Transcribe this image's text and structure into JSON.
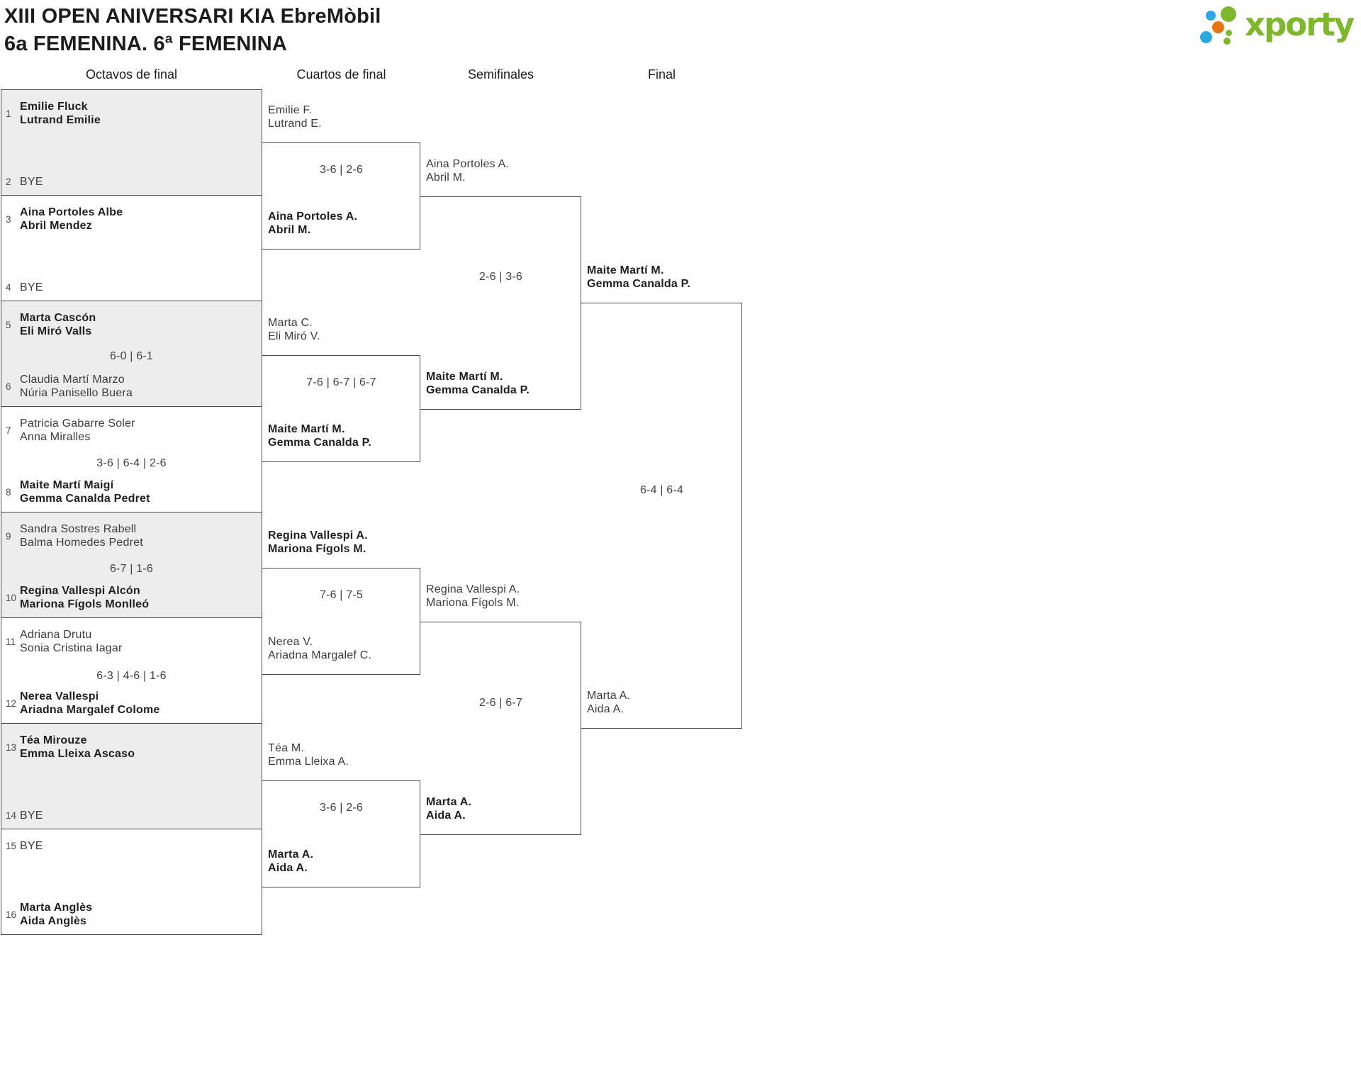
{
  "title": {
    "line1": "XIII OPEN ANIVERSARI KIA EbreMòbil",
    "line2": "6a FEMENINA. 6ª FEMENINA"
  },
  "logo": {
    "text": "xporty"
  },
  "round_headers": {
    "r16": "Octavos de final",
    "qf": "Cuartos de final",
    "sf": "Semifinales",
    "final": "Final"
  },
  "octavos": {
    "slots": [
      {
        "seed": "1",
        "line1": "Emilie Fluck",
        "line2": "Lutrand Emilie"
      },
      {
        "seed": "2",
        "line1": "BYE",
        "line2": ""
      },
      {
        "seed": "3",
        "line1": "Aina Portoles Albe",
        "line2": "Abril Mendez"
      },
      {
        "seed": "4",
        "line1": "BYE",
        "line2": ""
      },
      {
        "seed": "5",
        "line1": "Marta Cascón",
        "line2": "Eli Miró Valls"
      },
      {
        "seed": "6",
        "line1": "Claudia Martí Marzo",
        "line2": "Núria Panisello Buera"
      },
      {
        "seed": "7",
        "line1": "Patricia Gabarre Soler",
        "line2": "Anna Miralles"
      },
      {
        "seed": "8",
        "line1": "Maite Martí Maigí",
        "line2": "Gemma Canalda Pedret"
      },
      {
        "seed": "9",
        "line1": "Sandra Sostres Rabell",
        "line2": "Balma Homedes Pedret"
      },
      {
        "seed": "10",
        "line1": "Regina Vallespi Alcón",
        "line2": "Mariona Fígols Monlleó"
      },
      {
        "seed": "11",
        "line1": "Adriana Drutu",
        "line2": "Sonia Cristina Iagar"
      },
      {
        "seed": "12",
        "line1": "Nerea Vallespi",
        "line2": "Ariadna Margalef Colome"
      },
      {
        "seed": "13",
        "line1": "Téa Mirouze",
        "line2": "Emma Lleixa Ascaso"
      },
      {
        "seed": "14",
        "line1": "BYE",
        "line2": ""
      },
      {
        "seed": "15",
        "line1": "BYE",
        "line2": ""
      },
      {
        "seed": "16",
        "line1": "Marta Anglès",
        "line2": "Aida Anglès"
      }
    ],
    "scores": {
      "match3": "6-0 | 6-1",
      "match4": "3-6 | 6-4 | 2-6",
      "match5": "6-7 | 1-6",
      "match6": "6-3 | 4-6 | 1-6"
    }
  },
  "cuartos": [
    {
      "team1": {
        "line1": "Emilie F.",
        "line2": "Lutrand E."
      },
      "team2": {
        "line1": "Aina Portoles A.",
        "line2": "Abril M."
      },
      "score": "3-6 | 2-6"
    },
    {
      "team1": {
        "line1": "Marta C.",
        "line2": "Eli Miró V."
      },
      "team2": {
        "line1": "Maite Martí M.",
        "line2": "Gemma Canalda P."
      },
      "score": "7-6 | 6-7 | 6-7"
    },
    {
      "team1": {
        "line1": "Regina Vallespi A.",
        "line2": "Mariona Fígols M."
      },
      "team2": {
        "line1": "Nerea V.",
        "line2": "Ariadna Margalef C."
      },
      "score": "7-6 | 7-5"
    },
    {
      "team1": {
        "line1": "Téa M.",
        "line2": "Emma Lleixa A."
      },
      "team2": {
        "line1": "Marta A.",
        "line2": "Aida A."
      },
      "score": "3-6 | 2-6"
    }
  ],
  "semifinales": [
    {
      "team1": {
        "line1": "Aina Portoles A.",
        "line2": "Abril M."
      },
      "team2": {
        "line1": "Maite Martí M.",
        "line2": "Gemma Canalda P."
      },
      "score": "2-6 | 3-6"
    },
    {
      "team1": {
        "line1": "Regina Vallespi A.",
        "line2": "Mariona Fígols M."
      },
      "team2": {
        "line1": "Marta A.",
        "line2": "Aida A."
      },
      "score": "2-6 | 6-7"
    }
  ],
  "final_match": {
    "team1": {
      "line1": "Maite Martí M.",
      "line2": "Gemma Canalda P."
    },
    "team2": {
      "line1": "Marta A.",
      "line2": "Aida A."
    },
    "score": "6-4 | 6-4"
  },
  "colors": {
    "brand_green": "#7cb829",
    "brand_blue": "#29a8e0",
    "brand_orange": "#e87511",
    "box_fill": "#ededed",
    "line": "#4b4b4b"
  }
}
